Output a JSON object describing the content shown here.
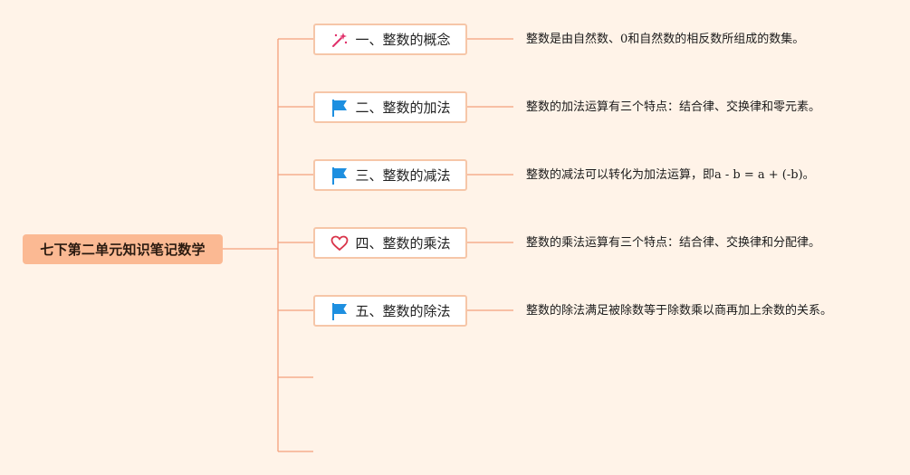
{
  "colors": {
    "background": "#fff3e8",
    "root_fill": "#fbb993",
    "connector": "#f3a07b",
    "node_border": "#f6c6a8",
    "flag_blue": "#1d8fe0",
    "wand_pink": "#e0306a",
    "heart_red": "#d9344a"
  },
  "root": {
    "label": "七下第二单元知识笔记数学"
  },
  "branches": [
    {
      "icon": "magic-wand-icon",
      "label": "一、整数的概念",
      "note": "整数是由自然数、0和自然数的相反数所组成的数集。"
    },
    {
      "icon": "blue-flag-icon",
      "label": "二、整数的加法",
      "note": "整数的加法运算有三个特点：结合律、交换律和零元素。"
    },
    {
      "icon": "blue-flag-icon",
      "label": "三、整数的减法",
      "note": "整数的减法可以转化为加法运算，即a - b = a + (-b)。"
    },
    {
      "icon": "heart-icon",
      "label": "四、整数的乘法",
      "note": "整数的乘法运算有三个特点：结合律、交换律和分配律。"
    },
    {
      "icon": "blue-flag-icon",
      "label": "五、整数的除法",
      "note": "整数的除法满足被除数等于除数乘以商再加上余数的关系。"
    }
  ]
}
